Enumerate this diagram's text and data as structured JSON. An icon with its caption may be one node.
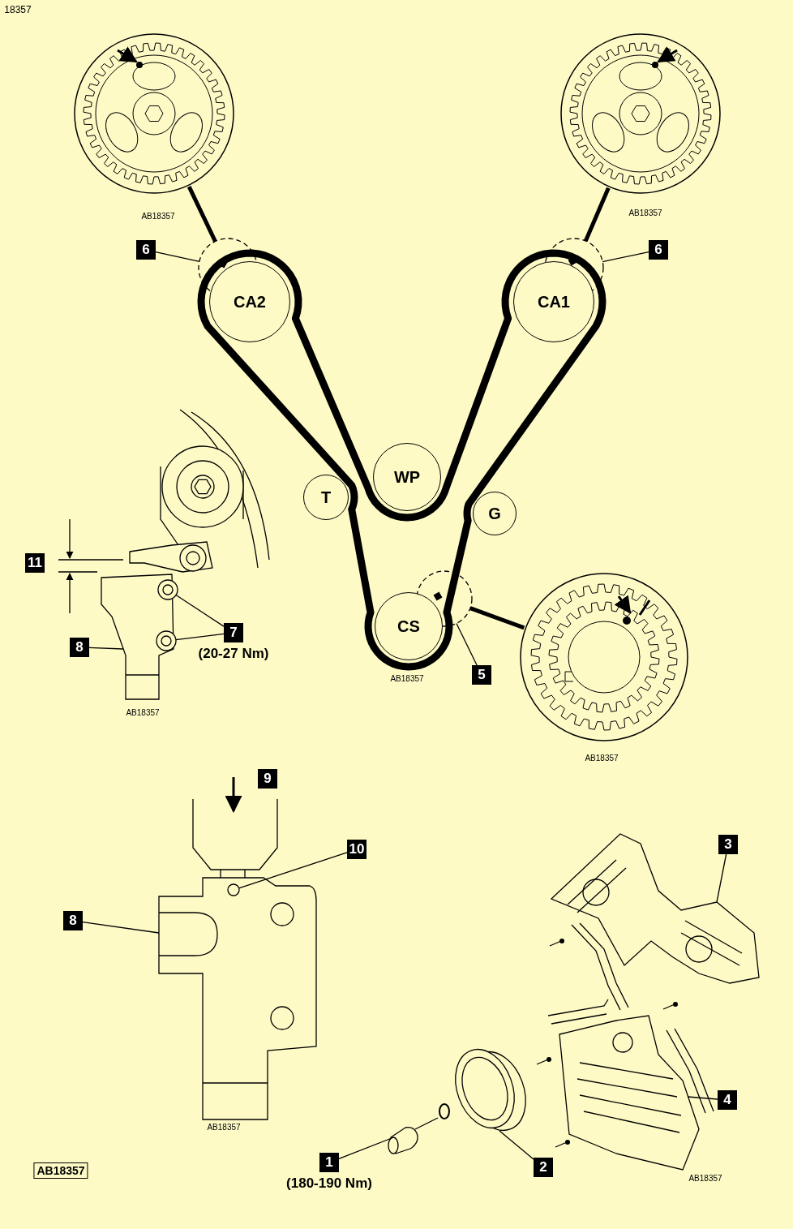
{
  "diagram": {
    "nodes": [
      {
        "text": [],
        "shape": "picture",
        "beside": [
          "AB18357"
        ]
      },
      {
        "text": [],
        "shape": "picture",
        "beside": [
          "AB18357"
        ]
      },
      {
        "text": [
          "6"
        ]
      },
      {
        "text": [],
        "shape": "circle"
      },
      {
        "text": [
          "CA2"
        ]
      },
      {
        "text": [],
        "shape": "circle"
      },
      {
        "text": [
          "CA1"
        ]
      },
      {
        "text": [
          "6"
        ]
      },
      {
        "text": [
          "WP"
        ]
      },
      {
        "text": [
          "T"
        ]
      },
      {
        "text": [
          "G"
        ]
      },
      {
        "text": [
          "CS"
        ]
      },
      {
        "text": [],
        "shape": "circle"
      },
      {
        "text": [
          "5"
        ]
      },
      {
        "text": [],
        "shape": "picture",
        "beside": [
          "AB18357"
        ]
      },
      {
        "text": [
          "11"
        ]
      },
      {
        "text": [
          "7"
        ],
        "beside": [
          "(20-27 Nm)"
        ]
      },
      {
        "text": [
          "8"
        ]
      },
      {
        "text": [
          "9"
        ]
      },
      {
        "text": [
          "10"
        ]
      },
      {
        "text": [
          "8"
        ]
      },
      {
        "text": [
          "3"
        ]
      },
      {
        "text": [
          "4"
        ]
      },
      {
        "text": [
          "1"
        ],
        "beside": [
          "(180-190 Nm)"
        ]
      },
      {
        "text": [
          "2"
        ]
      },
      {
        "text": [],
        "shape": "picture",
        "beside": [
          "AB18357"
        ]
      },
      {
        "text": [],
        "shape": "circle",
        "in": 25
      },
      {
        "text": [],
        "shape": "circle",
        "in": 25
      },
      {
        "text": [],
        "shape": "picture",
        "beside": [
          "AB18357"
        ]
      },
      {
        "text": [],
        "shape": "circle",
        "in": 28
      },
      {
        "text": [],
        "shape": "picture"
      },
      {
        "text": [],
        "shape": "picture",
        "beside": [
          "AB18357"
        ]
      },
      {
        "text": [],
        "shape": "picture"
      },
      {
        "text": [],
        "shape": "picture"
      }
    ],
    "edges": [
      {
        "from": 2,
        "to": 3,
        "arrow": "none"
      },
      {
        "from": 3,
        "to": 0,
        "arrow": "none",
        "style": "thick"
      },
      {
        "from": 5,
        "to": 1,
        "arrow": "none",
        "style": "thick"
      },
      {
        "from": 7,
        "to": 5,
        "arrow": "none"
      },
      {
        "from": 13,
        "to": 12,
        "arrow": "none"
      },
      {
        "from": 12,
        "to": 14,
        "arrow": "none",
        "style": "thick"
      },
      {
        "from": 16,
        "to": 26,
        "arrow": "none"
      },
      {
        "from": 16,
        "to": 27,
        "arrow": "none"
      },
      {
        "from": 17,
        "to": 25,
        "arrow": "none"
      },
      {
        "from": 19,
        "to": 29,
        "arrow": "none"
      },
      {
        "from": 20,
        "to": 28,
        "arrow": "none"
      },
      {
        "from": 21,
        "to": 30,
        "arrow": "none"
      },
      {
        "from": 22,
        "to": 31,
        "arrow": "none"
      },
      {
        "from": 23,
        "to": 32,
        "arrow": "none"
      },
      {
        "from": 24,
        "to": 33,
        "arrow": "none"
      }
    ],
    "labels": [
      "18357",
      "AB18357",
      "AB18357"
    ]
  }
}
